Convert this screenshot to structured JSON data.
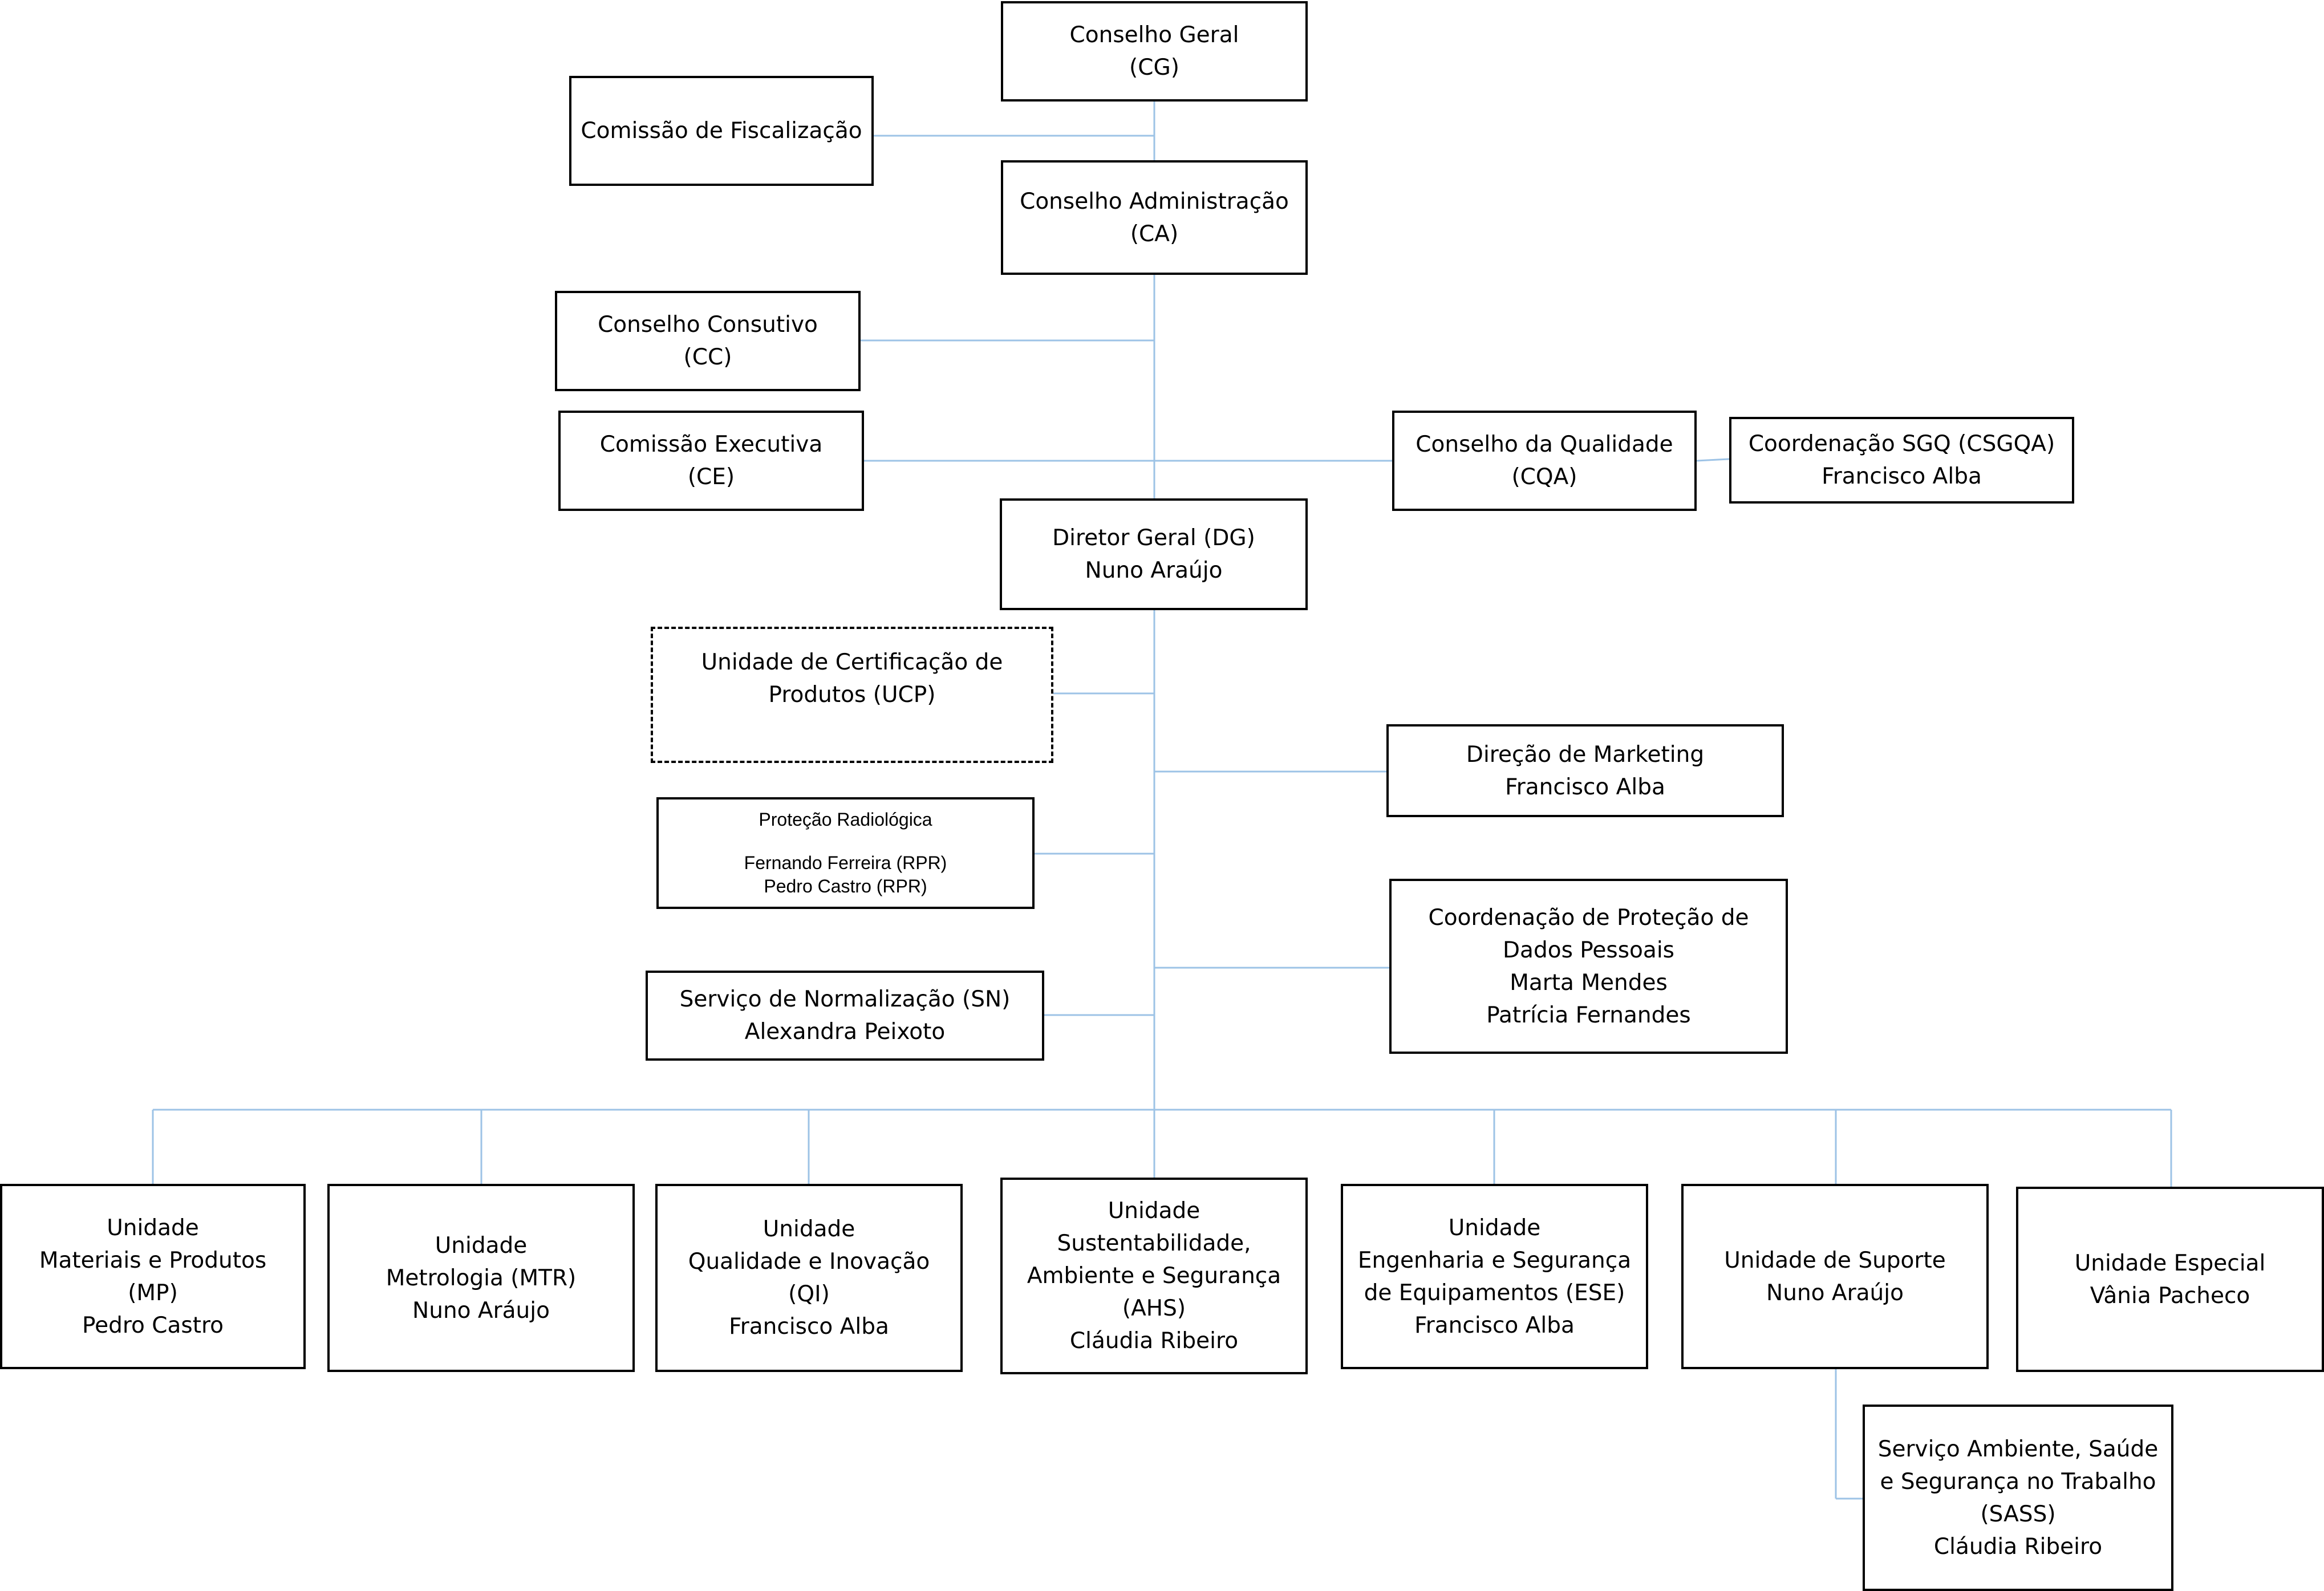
{
  "line_color": "#9dc3e6",
  "nodes": {
    "cg": {
      "lines": [
        "Conselho Geral",
        "(CG)"
      ]
    },
    "cf": {
      "lines": [
        "Comissão de Fiscalização"
      ]
    },
    "ca": {
      "lines": [
        "Conselho Administração",
        "(CA)"
      ]
    },
    "cc": {
      "lines": [
        "Conselho Consutivo",
        "(CC)"
      ]
    },
    "ce": {
      "lines": [
        "Comissão Executiva",
        "(CE)"
      ]
    },
    "cqa": {
      "lines": [
        "Conselho da Qualidade",
        "(CQA)"
      ]
    },
    "csgqa": {
      "lines": [
        "Coordenação SGQ (CSGQA)",
        "Francisco Alba"
      ]
    },
    "dg": {
      "lines": [
        "Diretor Geral (DG)",
        "Nuno Araújo"
      ]
    },
    "ucp": {
      "lines": [
        "Unidade de Certificação de",
        "Produtos (UCP)"
      ]
    },
    "dm": {
      "lines": [
        "Direção de Marketing",
        "Francisco Alba"
      ]
    },
    "pr": {
      "title": "Proteção Radiológica",
      "lines": [
        "Fernando Ferreira (RPR)",
        "Pedro Castro (RPR)"
      ]
    },
    "cpdp": {
      "lines": [
        "Coordenação de Proteção de",
        "Dados Pessoais",
        "Marta Mendes",
        "Patrícia Fernandes"
      ]
    },
    "sn": {
      "lines": [
        "Serviço de Normalização (SN)",
        "Alexandra Peixoto"
      ]
    },
    "mp": {
      "lines": [
        "Unidade",
        "Materiais  e Produtos",
        "(MP)",
        "Pedro Castro"
      ]
    },
    "mtr": {
      "lines": [
        "Unidade",
        "Metrologia (MTR)",
        "Nuno Aráujo"
      ]
    },
    "qi": {
      "lines": [
        "Unidade",
        "Qualidade e Inovação",
        "(QI)",
        "Francisco Alba"
      ]
    },
    "ahs": {
      "lines": [
        "Unidade",
        "Sustentabilidade,",
        "Ambiente e Segurança",
        "(AHS)",
        "Cláudia Ribeiro"
      ]
    },
    "ese": {
      "lines": [
        "Unidade",
        "Engenharia e Segurança",
        "de Equipamentos (ESE)",
        "Francisco Alba"
      ]
    },
    "us": {
      "lines": [
        "Unidade de Suporte",
        "Nuno Araújo",
        " "
      ]
    },
    "ue": {
      "lines": [
        "Unidade Especial",
        "Vânia Pacheco"
      ]
    },
    "sass": {
      "lines": [
        "Serviço Ambiente, Saúde",
        "e Segurança no Trabalho",
        "(SASS)",
        "Cláudia Ribeiro"
      ]
    }
  }
}
